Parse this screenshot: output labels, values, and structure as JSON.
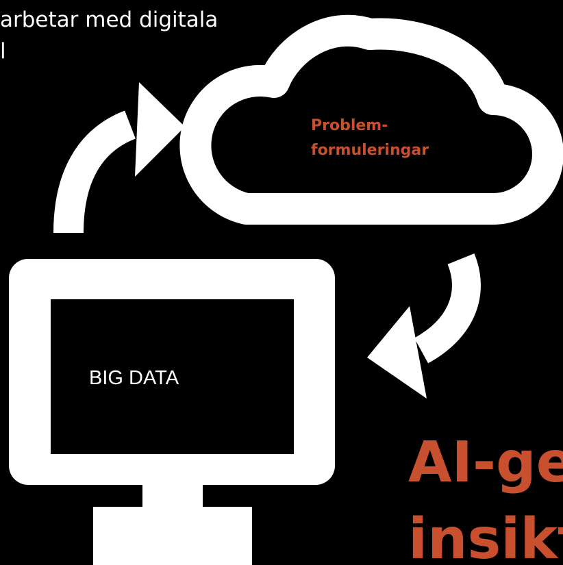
{
  "header_text": {
    "line1": "arbetar med digitala",
    "line2": "l"
  },
  "cloud": {
    "label_line1": "Problem-",
    "label_line2": "formuleringar"
  },
  "monitor": {
    "screen_label": "BIG DATA"
  },
  "insight": {
    "line1": "AI-ge",
    "line2": "insikt"
  },
  "colors": {
    "background": "#000000",
    "foreground": "#ffffff",
    "accent": "#c8502e"
  },
  "icons": [
    "curved-arrow-up-right-icon",
    "cloud-icon",
    "curved-arrow-down-left-icon",
    "monitor-icon"
  ]
}
